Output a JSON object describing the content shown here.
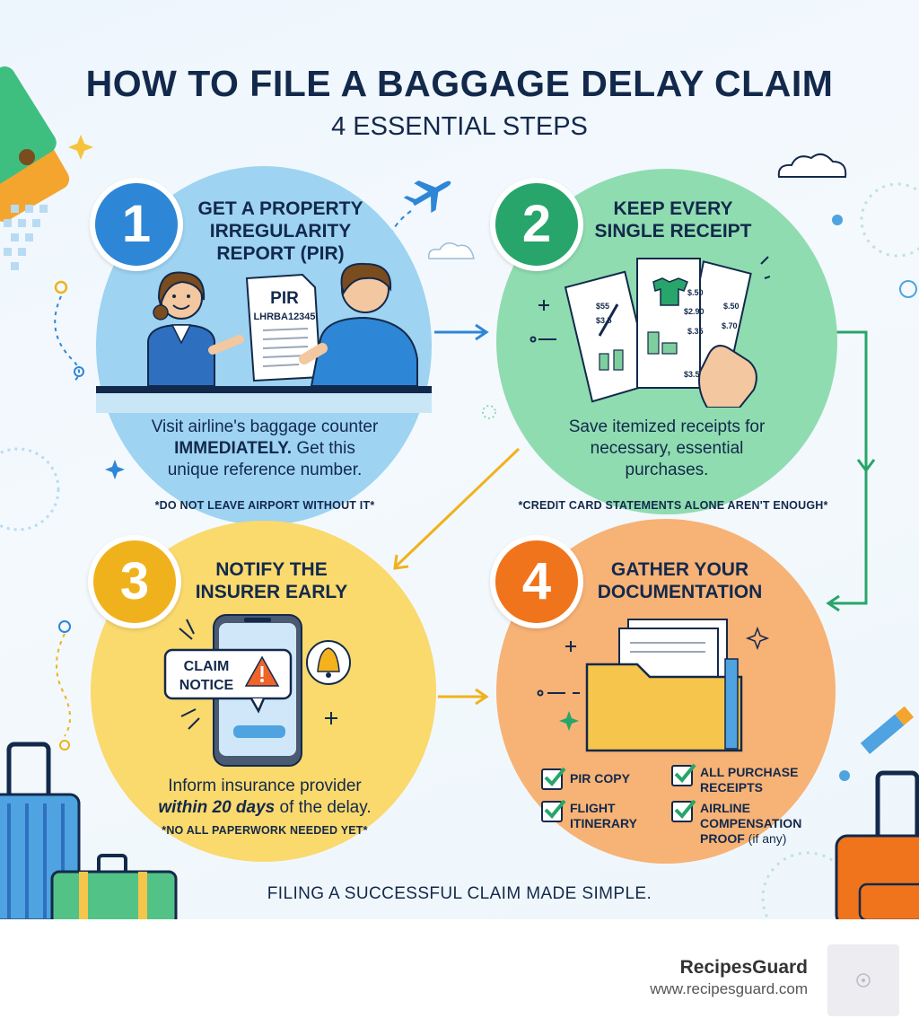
{
  "header": {
    "title": "HOW TO FILE A BAGGAGE DELAY CLAIM",
    "subtitle": "4 ESSENTIAL STEPS"
  },
  "steps": [
    {
      "number": "1",
      "title_lines": [
        "GET A PROPERTY",
        "IRREGULARITY",
        "REPORT (PIR)"
      ],
      "desc": {
        "pre": "Visit airline's baggage counter",
        "strong": "IMMEDIATELY.",
        "post_1": "Get this",
        "post_2": "unique reference number."
      },
      "note": "*DO NOT LEAVE AIRPORT WITHOUT IT*",
      "doc_label": "PIR",
      "doc_code": "LHRBA12345",
      "color": "#9ed3f2",
      "badge_color": "#2e86d6"
    },
    {
      "number": "2",
      "title_lines": [
        "KEEP EVERY",
        "SINGLE RECEIPT"
      ],
      "desc_lines": [
        "Save itemized receipts for",
        "necessary, essential",
        "purchases."
      ],
      "note": "*CREDIT CARD STATEMENTS ALONE AREN'T ENOUGH*",
      "receipt_prices": [
        "$55",
        "$3.5",
        "$.50",
        "$2.90",
        "$.35",
        "$3.50",
        "$.50",
        "$.70"
      ],
      "color": "#8fdcb0",
      "badge_color": "#27a56a"
    },
    {
      "number": "3",
      "title_lines": [
        "NOTIFY THE",
        "INSURER EARLY"
      ],
      "desc": {
        "line1": "Inform insurance provider",
        "strong": "within 20 days",
        "rest": "of the delay."
      },
      "note": "*NO ALL PAPERWORK NEEDED YET*",
      "bubble_lines": [
        "CLAIM",
        "NOTICE"
      ],
      "color": "#fad96d",
      "badge_color": "#f0b21c"
    },
    {
      "number": "4",
      "title_lines": [
        "GATHER YOUR",
        "DOCUMENTATION"
      ],
      "checklist": [
        {
          "lines": [
            "PIR COPY"
          ]
        },
        {
          "lines": [
            "ALL PURCHASE",
            "RECEIPTS"
          ]
        },
        {
          "lines": [
            "FLIGHT",
            "ITINERARY"
          ]
        },
        {
          "lines": [
            "AIRLINE",
            "COMPENSATION"
          ],
          "last_strong": "PROOF",
          "last_rest": "(if any)"
        }
      ],
      "color": "#f7b276",
      "badge_color": "#f0741c"
    }
  ],
  "footer": {
    "tagline": "FILING A SUCCESSFUL CLAIM MADE SIMPLE."
  },
  "brand": {
    "name": "RecipesGuard",
    "url": "www.recipesguard.com"
  },
  "icons": [
    "airplane-icon",
    "cloud-icon",
    "sparkle-icon",
    "warning-icon",
    "bell-icon",
    "folder-icon",
    "checkbox-icon",
    "suitcase-icon",
    "receipt-icon",
    "document-icon",
    "phone-icon"
  ]
}
